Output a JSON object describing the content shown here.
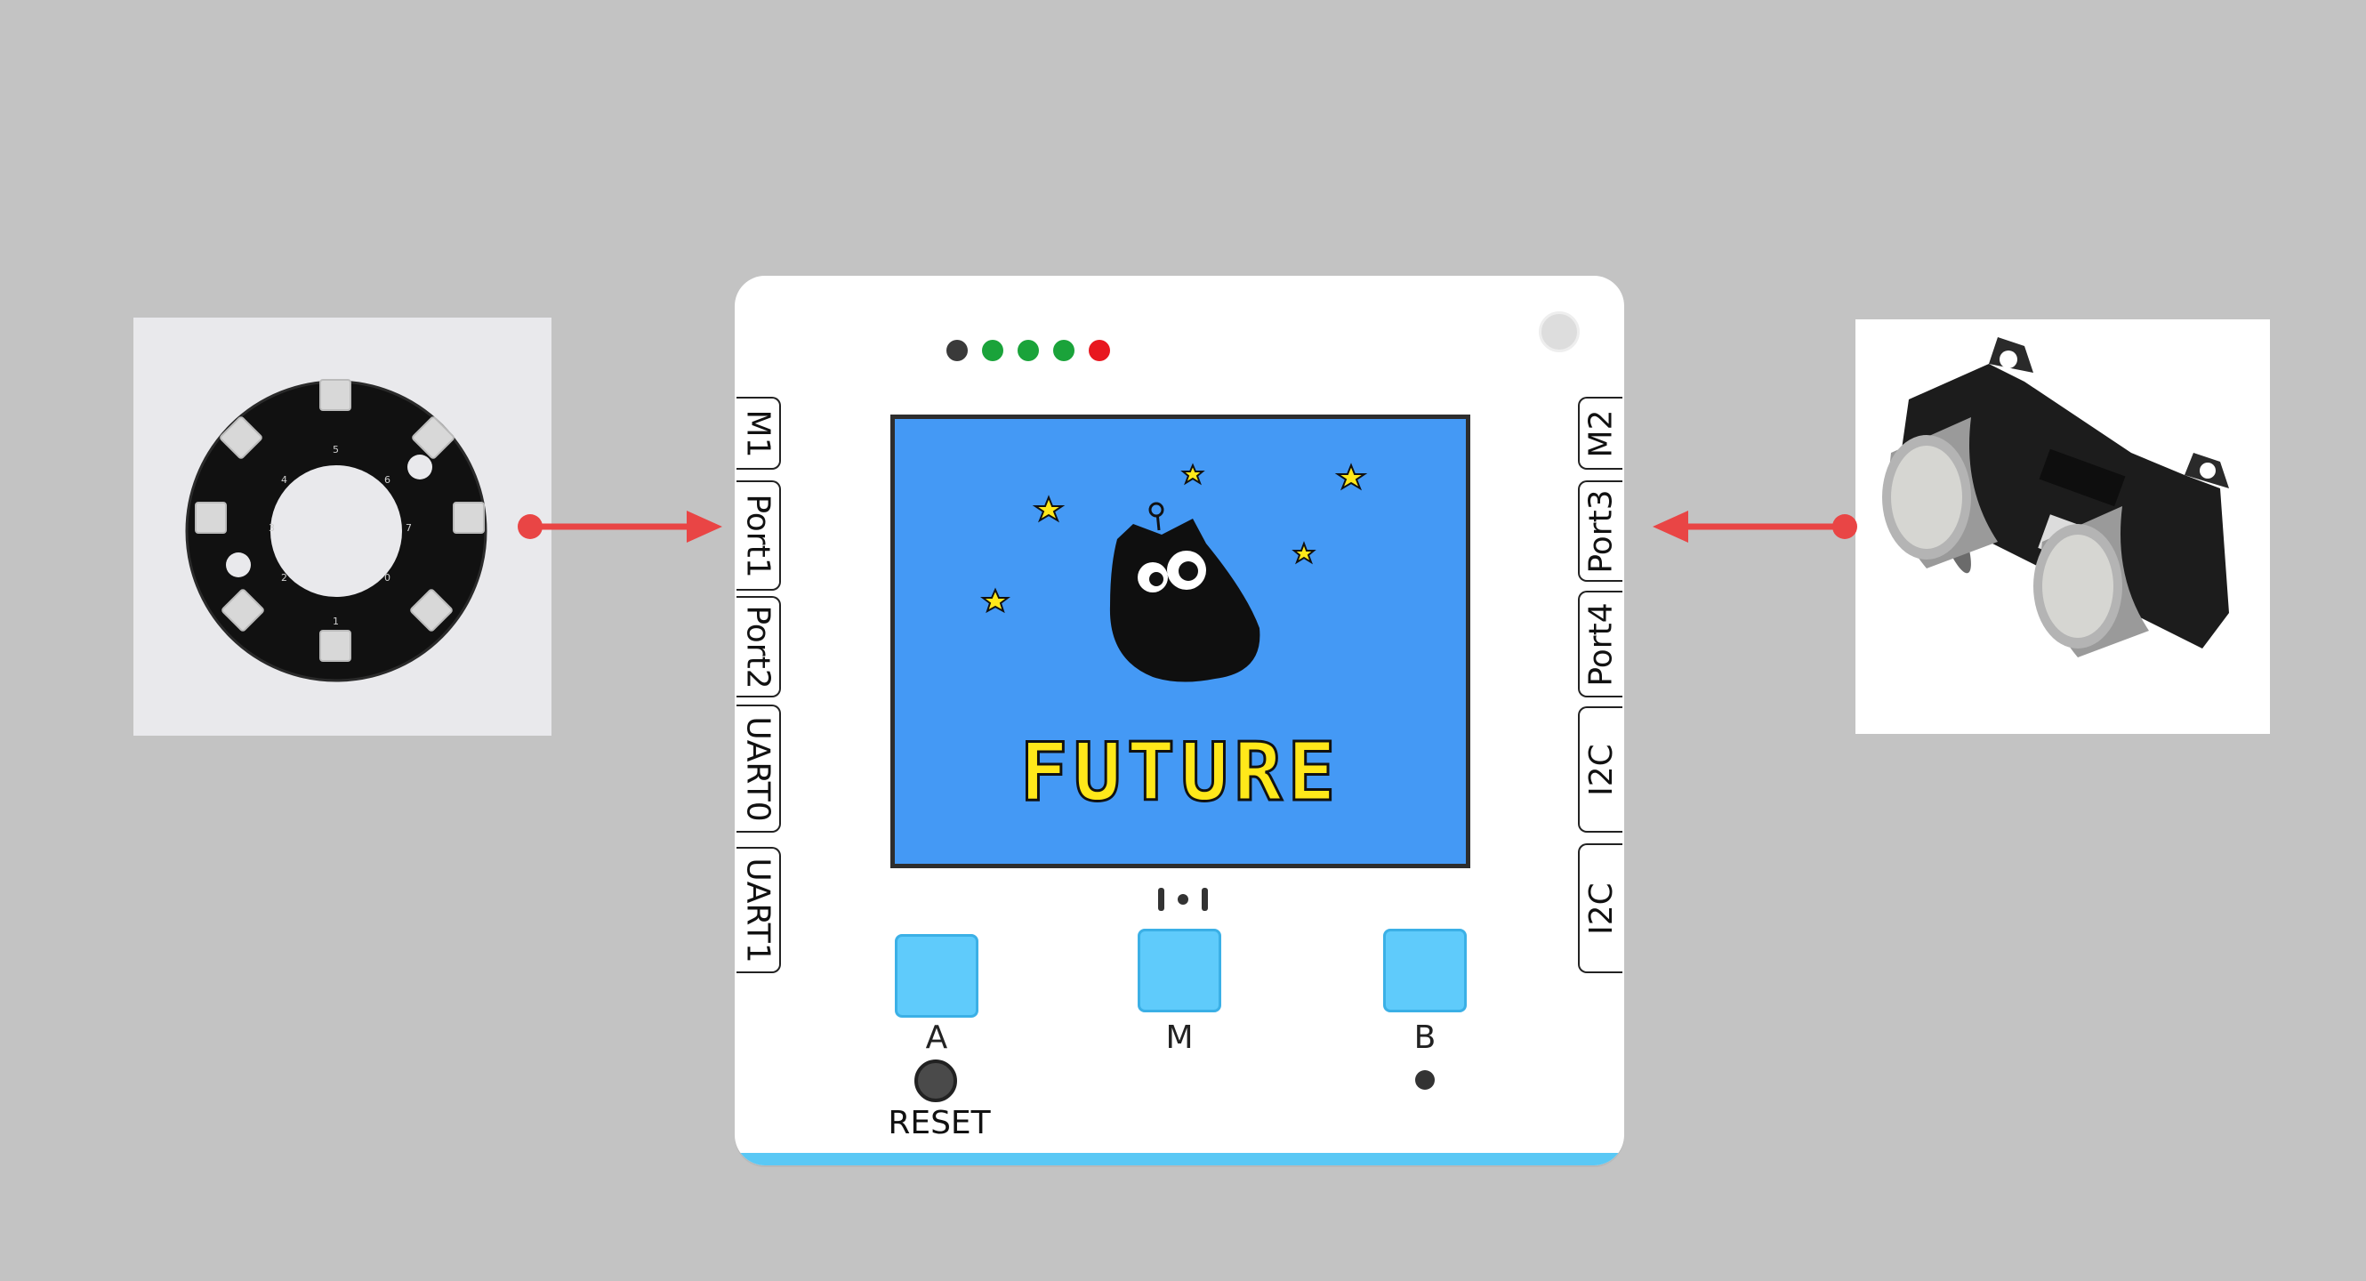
{
  "board": {
    "screen_text": "FUTURE",
    "left_ports": [
      "M1",
      "Port1",
      "Port2",
      "UART0",
      "UART1"
    ],
    "right_ports": [
      "M2",
      "Port3",
      "Port4",
      "I2C",
      "I2C"
    ],
    "buttons": {
      "a": "A",
      "m": "M",
      "b": "B"
    },
    "reset_label": "RESET",
    "led_colors": [
      "#3a3a3a",
      "#1aa33a",
      "#1aa33a",
      "#1aa33a",
      "#e8171f"
    ]
  },
  "left_device": {
    "icon": "rgb-led-ring-icon",
    "pixel_labels": [
      "0",
      "1",
      "2",
      "3",
      "4",
      "5",
      "6",
      "7"
    ]
  },
  "right_device": {
    "icon": "ultrasonic-sensor-icon"
  },
  "colors": {
    "background": "#c3c3c3",
    "arrow": "#e94545",
    "screen": "#4499f5",
    "button": "#5fcbfb",
    "text_yellow": "#ffe81a"
  }
}
